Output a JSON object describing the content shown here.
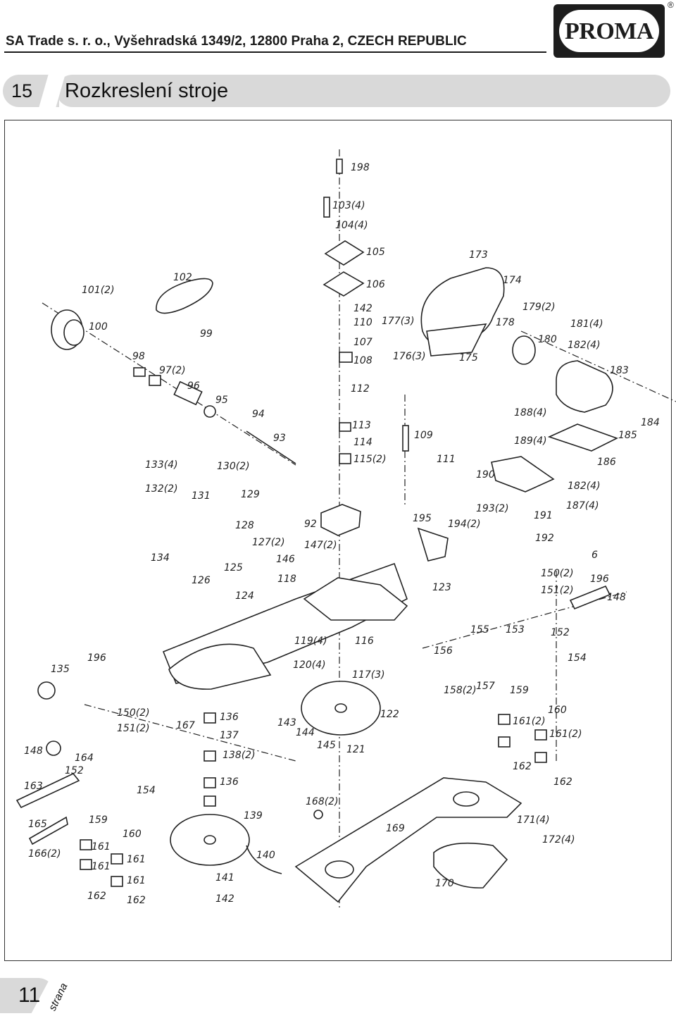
{
  "header": {
    "company": "SA Trade s. r. o., Vyšehradská 1349/2, 12800 Praha 2, CZECH REPUBLIC",
    "logo_text": "PROMA",
    "registered_mark": "®"
  },
  "section": {
    "number": "15",
    "title": "Rozkreslení stroje"
  },
  "diagram": {
    "labels": [
      "198",
      "103(4)",
      "104(4)",
      "105",
      "106",
      "142",
      "110",
      "107",
      "108",
      "112",
      "113",
      "114",
      "115(2)",
      "109",
      "111",
      "173",
      "174",
      "175",
      "177(3)",
      "176(3)",
      "178",
      "179(2)",
      "180",
      "181(4)",
      "182(4)",
      "183",
      "101(2)",
      "100",
      "102",
      "99",
      "98",
      "97(2)",
      "96",
      "95",
      "94",
      "93",
      "92",
      "133(4)",
      "130(2)",
      "132(2)",
      "131",
      "129",
      "128",
      "127(2)",
      "147(2)",
      "146",
      "134",
      "126",
      "125",
      "124",
      "118",
      "188(4)",
      "189(4)",
      "184",
      "185",
      "186",
      "190",
      "182(4)",
      "187(4)",
      "195",
      "194(2)",
      "193(2)",
      "191",
      "192",
      "6",
      "150(2)",
      "151(2)",
      "196",
      "148",
      "123",
      "155",
      "153",
      "152",
      "154",
      "156",
      "158(2)",
      "157",
      "159",
      "160",
      "161(2)",
      "161(2)",
      "162",
      "162",
      "119(4)",
      "116",
      "120(4)",
      "117(3)",
      "122",
      "121",
      "135",
      "196",
      "150(2)",
      "151(2)",
      "167",
      "136",
      "137",
      "138(2)",
      "136",
      "143",
      "144",
      "145",
      "148",
      "164",
      "152",
      "163",
      "154",
      "165",
      "166(2)",
      "159",
      "160",
      "161",
      "161",
      "161",
      "161",
      "162",
      "162",
      "139",
      "140",
      "141",
      "142",
      "168(2)",
      "169",
      "171(4)",
      "172(4)",
      "170"
    ]
  },
  "footer": {
    "page_number": "11",
    "page_word": "strana"
  }
}
